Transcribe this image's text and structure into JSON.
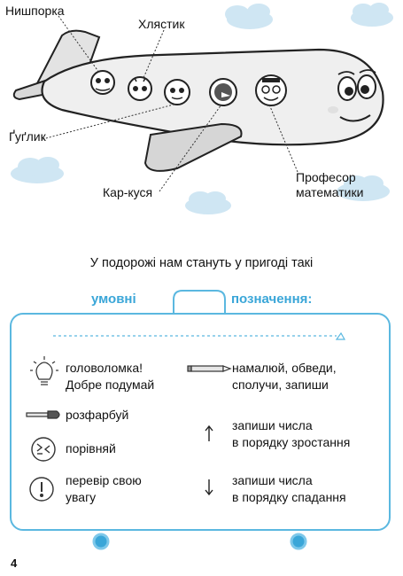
{
  "characters": {
    "nyshporka": "Нишпорка",
    "khliastyk": "Хлястик",
    "gugllik": "Ґуґлик",
    "kar_kusia": "Кар-куся",
    "profesor_line1": "Професор",
    "profesor_line2": "математики"
  },
  "intro": "У подорожі нам стануть у пригоді такі",
  "legend": {
    "title_left": "умовні",
    "title_right": "позначення:",
    "items": {
      "puzzle_line1": "головоломка!",
      "puzzle_line2": "Добре подумай",
      "draw_line1": "намалюй, обведи,",
      "draw_line2": "сполучи, запиши",
      "color": "розфарбуй",
      "ascending_line1": "запиши числа",
      "ascending_line2": "в порядку зростання",
      "compare": "порівняй",
      "attention_line1": "перевір свою",
      "attention_line2": "увагу",
      "descending_line1": "запиши числа",
      "descending_line2": "в порядку спадання"
    }
  },
  "page_number": "4",
  "colors": {
    "accent_blue": "#3aa6d8",
    "cloud_blue": "#cfe6f3",
    "frame_border": "#5bb8e0"
  },
  "icons": [
    "lightbulb-icon",
    "pencil-icon",
    "brush-icon",
    "compare-icon",
    "exclamation-icon",
    "arrow-up-icon",
    "arrow-down-icon"
  ]
}
